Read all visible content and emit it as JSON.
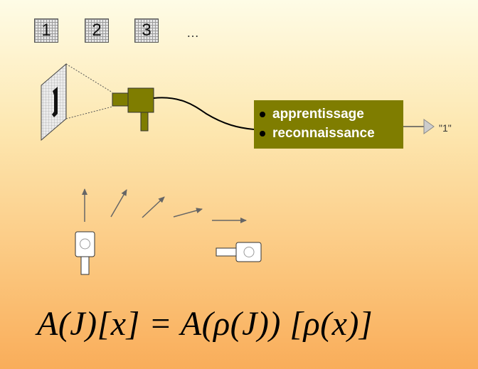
{
  "samples": [
    {
      "label": "1"
    },
    {
      "label": "2"
    },
    {
      "label": "3"
    }
  ],
  "samples_more": "…",
  "processor": {
    "items": [
      "apprentissage",
      "reconnaissance"
    ]
  },
  "output_label": "\"1\"",
  "formula": "A(J)[x] = A(ρ(J)) [ρ(x)]",
  "colors": {
    "processor_fill": "#7f7d00",
    "camera_fill": "#7f7d00",
    "arrow": "#666666"
  },
  "icons": [
    "grid-image-icon",
    "camera-icon",
    "arrow-icon",
    "rotated-camera-icon"
  ]
}
